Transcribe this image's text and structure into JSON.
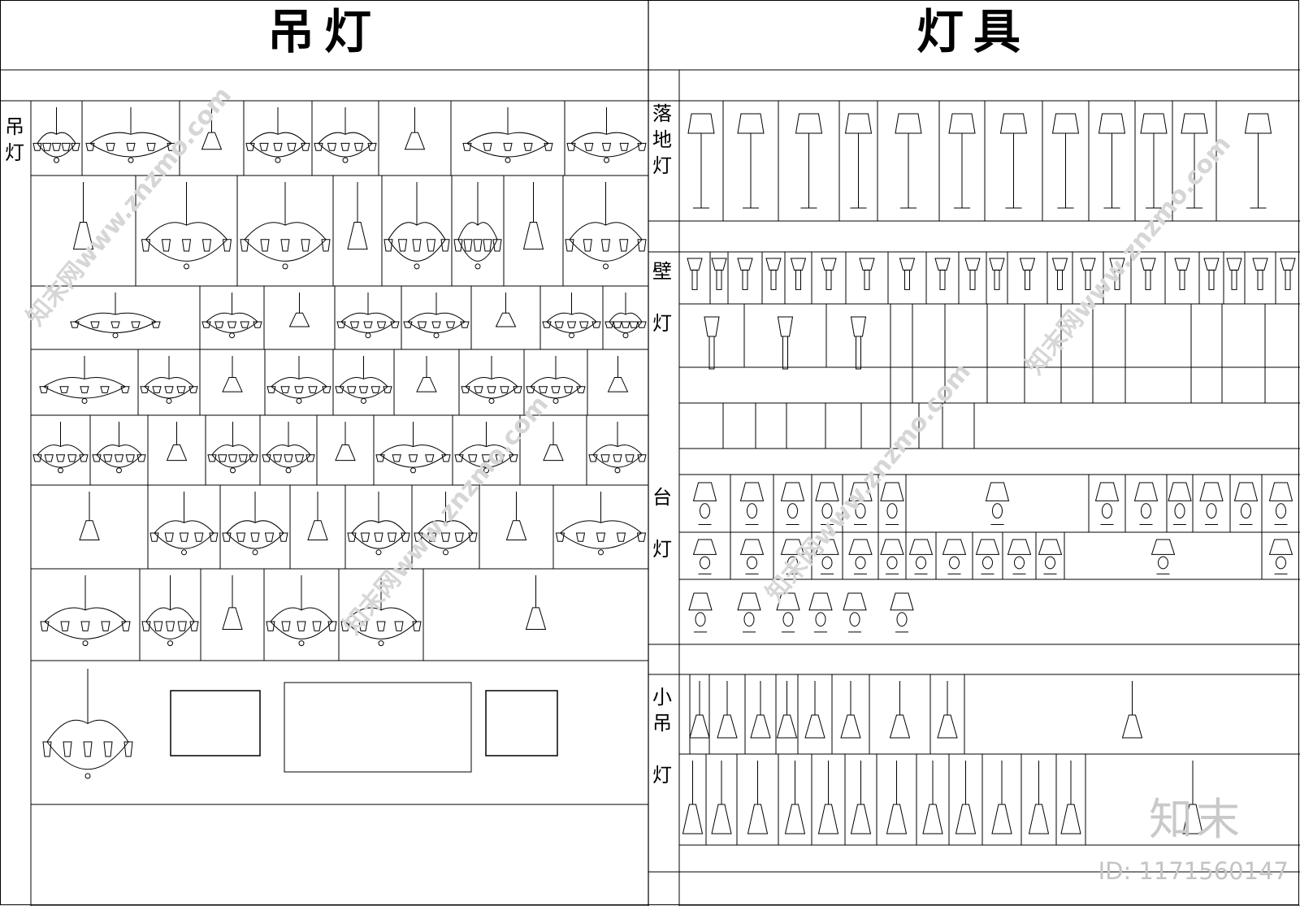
{
  "titles": {
    "left": "吊灯",
    "right": "灯具"
  },
  "sections": {
    "pendant": "吊\n灯",
    "floor": "落\n地\n灯",
    "wall": "壁\n\n灯",
    "table": "台\n\n灯",
    "small_pendant": "小\n吊\n\n灯"
  },
  "watermark": {
    "brand": "知末",
    "id": "ID: 1171560147",
    "site": "知末网www.znzmo.com"
  },
  "colors": {
    "line": "#000000",
    "watermark": "#cfcfcf",
    "background": "#ffffff"
  }
}
